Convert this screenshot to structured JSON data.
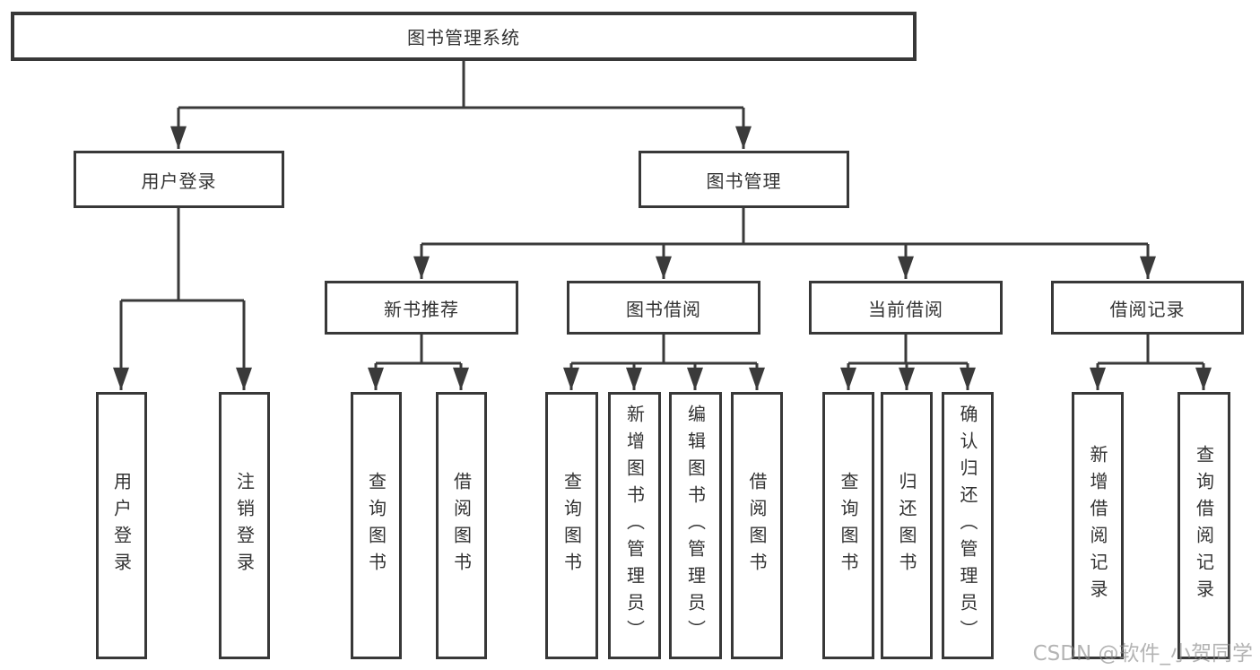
{
  "tree": {
    "label": "图书管理系统",
    "children": [
      {
        "label": "用户登录",
        "children": [
          {
            "label": "用户登录"
          },
          {
            "label": "注销登录"
          }
        ]
      },
      {
        "label": "图书管理",
        "children": [
          {
            "label": "新书推荐",
            "children": [
              {
                "label": "查询图书"
              },
              {
                "label": "借阅图书"
              }
            ]
          },
          {
            "label": "图书借阅",
            "children": [
              {
                "label": "查询图书"
              },
              {
                "label": "新增图书（管理员）"
              },
              {
                "label": "编辑图书（管理员）"
              },
              {
                "label": "借阅图书"
              }
            ]
          },
          {
            "label": "当前借阅",
            "children": [
              {
                "label": "查询图书"
              },
              {
                "label": "归还图书"
              },
              {
                "label": "确认归还（管理员）"
              }
            ]
          },
          {
            "label": "借阅记录",
            "children": [
              {
                "label": "新增借阅记录"
              },
              {
                "label": "查询借阅记录"
              }
            ]
          }
        ]
      }
    ]
  },
  "watermark": "CSDN @软件_小贺同学",
  "colors": {
    "line": "#3a3a3a",
    "border": "#383838",
    "text": "#333333",
    "background": "#ffffff",
    "watermark": "#8c8c8c"
  }
}
